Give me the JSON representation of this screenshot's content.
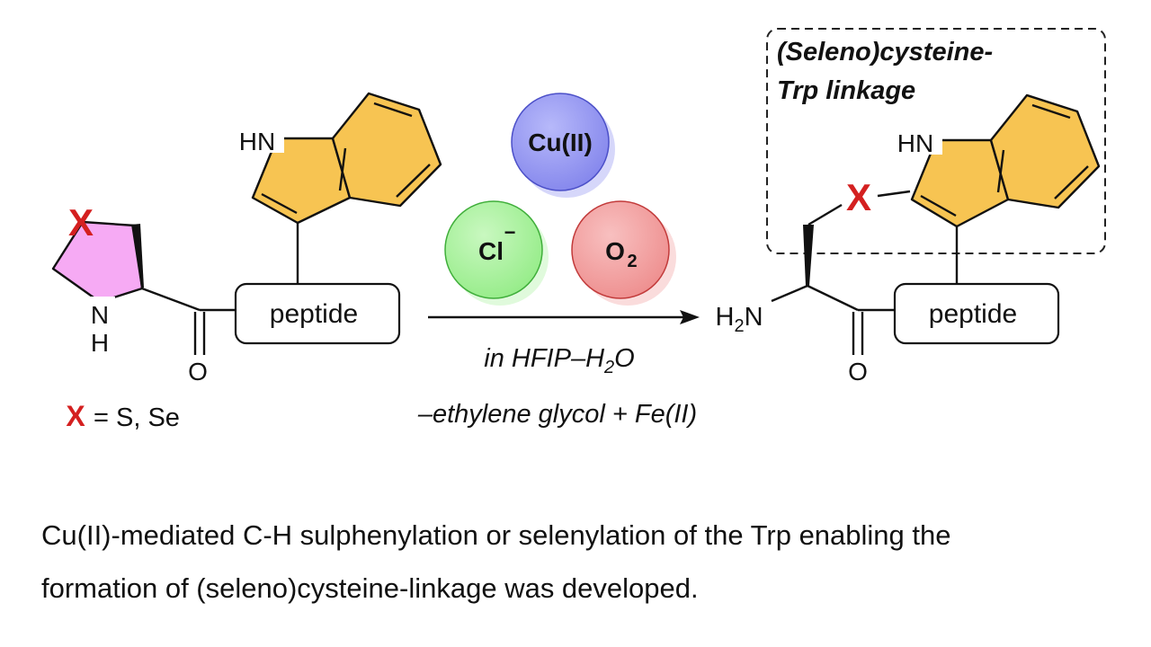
{
  "labels": {
    "x_mark": "X",
    "x_definition": "= S, Se",
    "nh": "N",
    "h": "H",
    "oxygen": "O",
    "hn": "HN",
    "peptide": "peptide",
    "h2n_h": "H",
    "h2n_sub": "2",
    "h2n_n": "N"
  },
  "reagents": {
    "copper": "Cu(II)",
    "chloride": "Cl",
    "chloride_charge": "−",
    "oxygen": "O",
    "oxygen_sub": "2"
  },
  "conditions": {
    "line1_prefix": "in HFIP–H",
    "line1_sub": "2",
    "line1_suffix": "O",
    "line2": "–ethylene glycol + Fe(II)"
  },
  "product_box": {
    "line1": "(Seleno)cysteine-",
    "line2": "Trp linkage"
  },
  "caption": {
    "line1": "Cu(II)-mediated C-H sulphenylation or selenylation of the Trp enabling the",
    "line2": "formation of (seleno)cysteine-linkage was developed."
  },
  "colors": {
    "indole_fill": "#F7C452",
    "ring_fill": "#F6AAF4",
    "x_red": "#D42020",
    "copper_fill": "#8A8CF0",
    "copper_stroke": "#4B4FC8",
    "chloride_fill": "#A6F29A",
    "chloride_stroke": "#3FAE3A",
    "oxygen_fill": "#F29A9A",
    "oxygen_stroke": "#C23A3A"
  }
}
